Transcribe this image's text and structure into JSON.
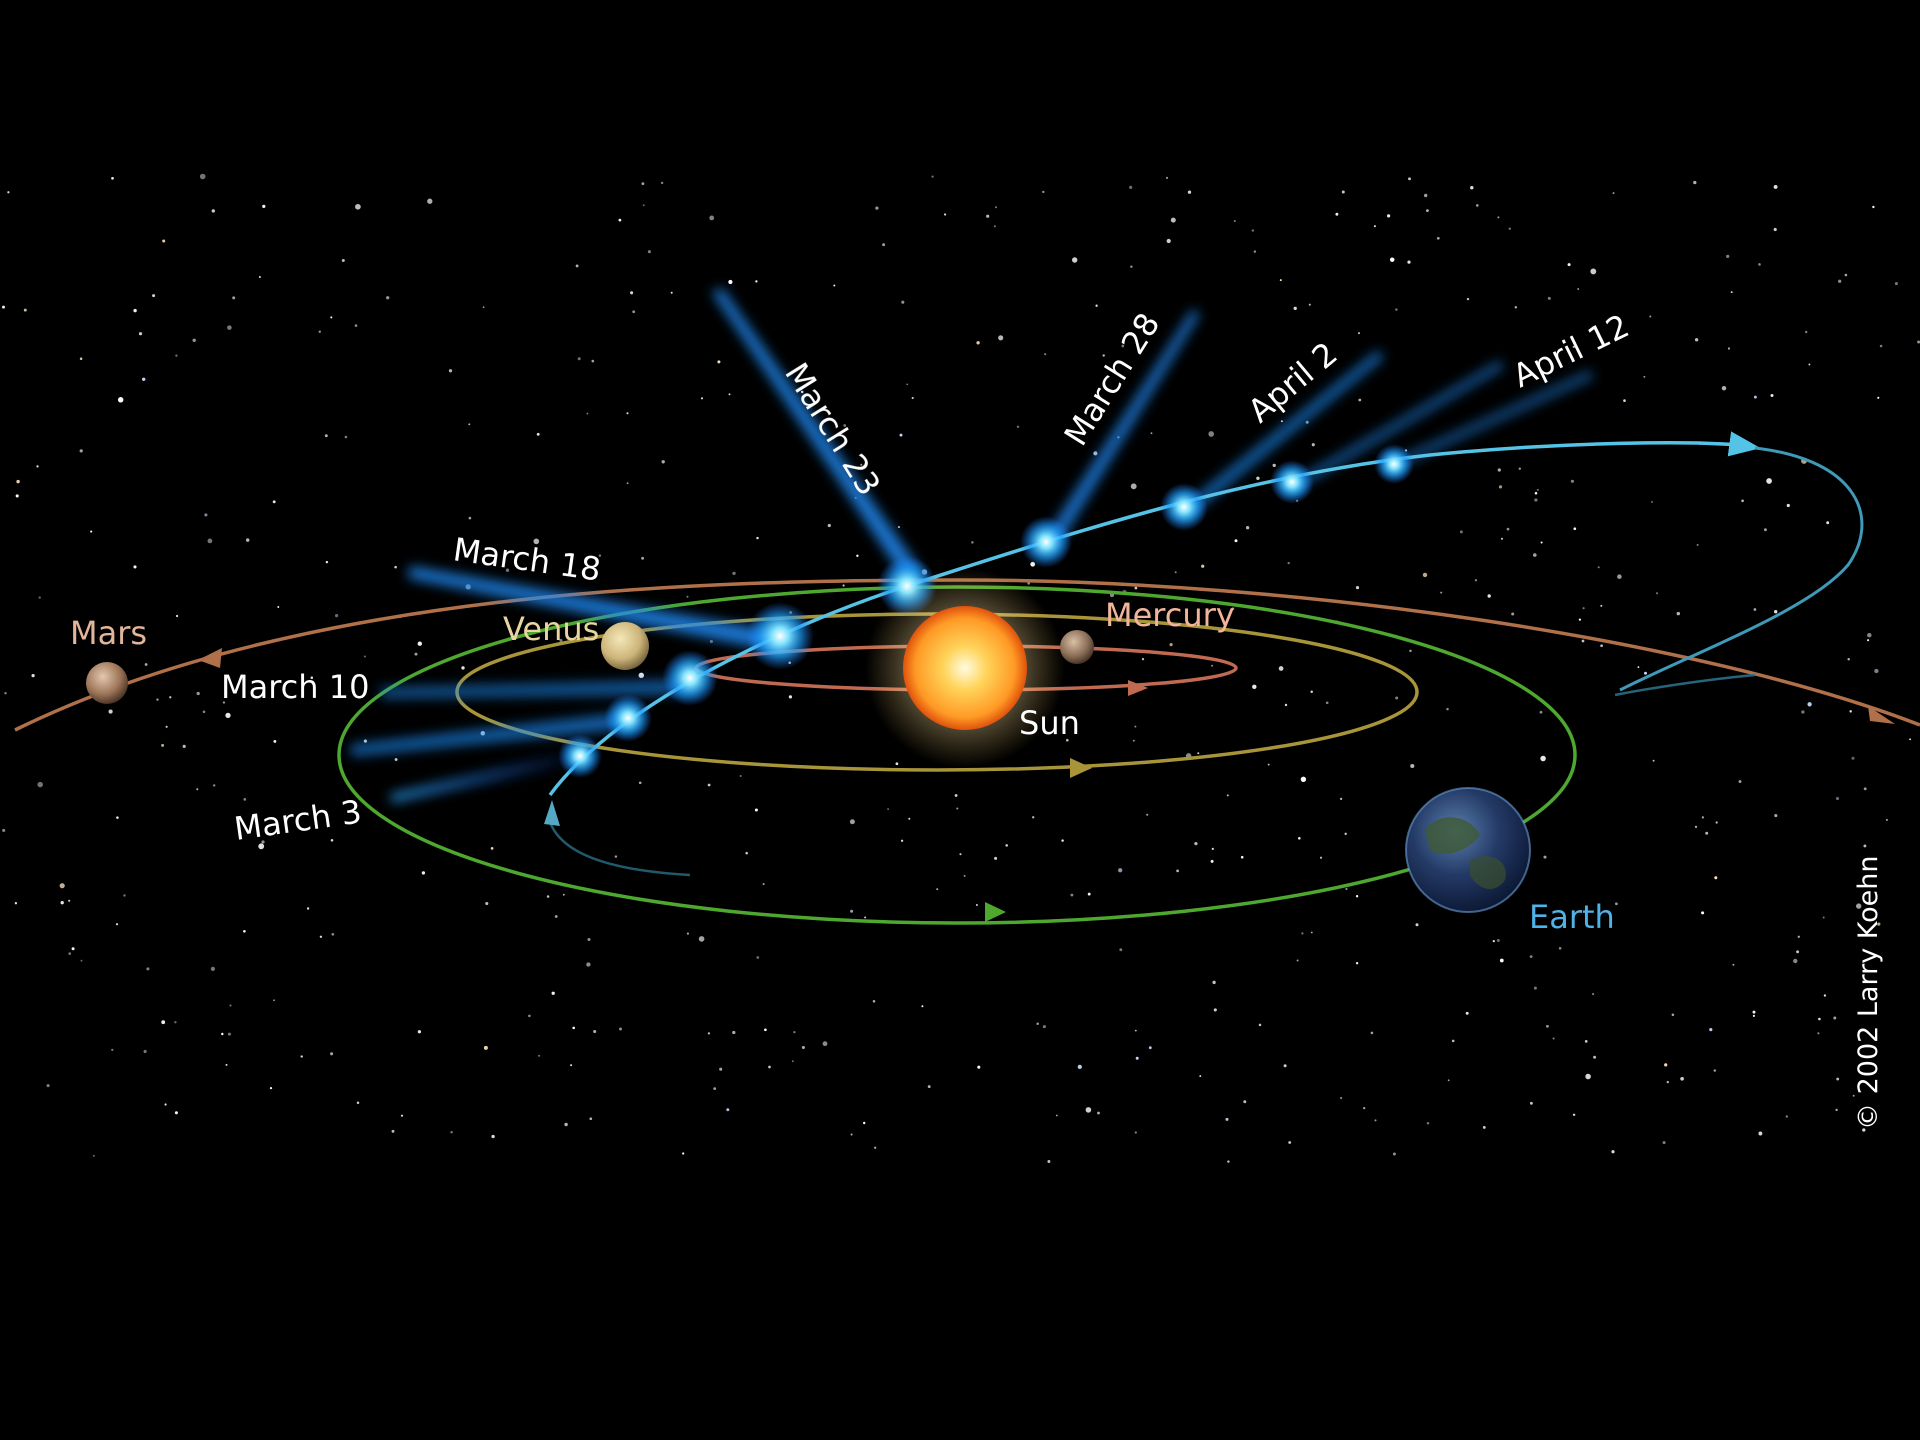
{
  "colors": {
    "background": "#000000",
    "comet_orbit": "#55c3e6",
    "comet_glow": "#2f9cff",
    "mars_orbit": "#b0704a",
    "venus_orbit": "#a8953a",
    "mercury_orbit": "#c06a52",
    "earth_orbit": "#4ea82f",
    "sun_core": "#fff4c0",
    "sun_mid": "#ffb030",
    "sun_edge": "#e65a10",
    "label_white": "#ffffff",
    "label_mars": "#e2b69a",
    "label_venus": "#e8d6a0",
    "label_mercury": "#f2b59a",
    "label_earth": "#4fb2e8"
  },
  "bodies": {
    "mars": "Mars",
    "venus": "Venus",
    "mercury": "Mercury",
    "sun": "Sun",
    "earth": "Earth"
  },
  "comet_dates": {
    "march3": "March 3",
    "march10": "March 10",
    "march18": "March 18",
    "march23": "March 23",
    "march28": "March 28",
    "april2": "April 2",
    "april12": "April 12"
  },
  "credit": "© 2002 Larry Koehn"
}
